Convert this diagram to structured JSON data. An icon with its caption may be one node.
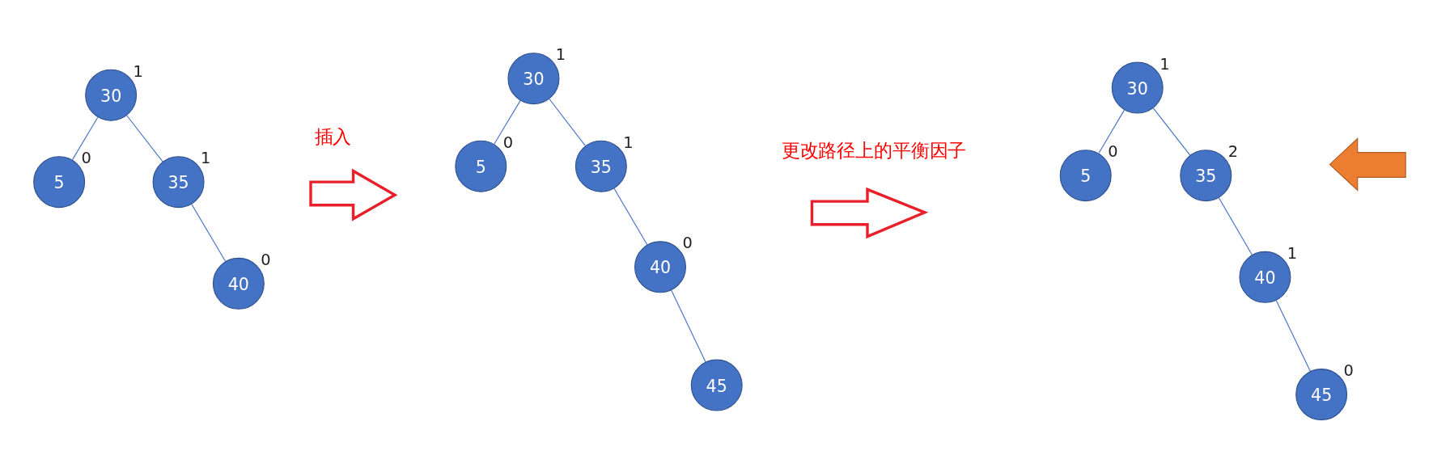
{
  "diagram": {
    "nodes": [
      {
        "text": [
          "30"
        ],
        "beside": [
          "1"
        ]
      },
      {
        "text": [
          "5"
        ],
        "beside": [
          "0"
        ]
      },
      {
        "text": [
          "35"
        ],
        "beside": [
          "1"
        ]
      },
      {
        "text": [
          "40"
        ],
        "beside": [
          "0"
        ]
      },
      {
        "text": [
          "30"
        ],
        "beside": [
          "1"
        ]
      },
      {
        "text": [
          "5"
        ],
        "beside": [
          "0"
        ]
      },
      {
        "text": [
          "35"
        ],
        "beside": [
          "1"
        ]
      },
      {
        "text": [
          "40"
        ],
        "beside": [
          "0"
        ]
      },
      {
        "text": [
          "45"
        ]
      },
      {
        "text": [
          "30"
        ],
        "beside": [
          "1"
        ]
      },
      {
        "text": [
          "5"
        ],
        "beside": [
          "0"
        ]
      },
      {
        "text": [
          "35"
        ],
        "beside": [
          "2"
        ]
      },
      {
        "text": [
          "40"
        ],
        "beside": [
          "1"
        ]
      },
      {
        "text": [
          "45"
        ],
        "beside": [
          "0"
        ]
      }
    ],
    "edges": [
      {
        "from": 0,
        "to": 1,
        "arrow": "none"
      },
      {
        "from": 0,
        "to": 2,
        "arrow": "none"
      },
      {
        "from": 2,
        "to": 3,
        "arrow": "none"
      },
      {
        "from": 4,
        "to": 5,
        "arrow": "none"
      },
      {
        "from": 4,
        "to": 6,
        "arrow": "none"
      },
      {
        "from": 6,
        "to": 7,
        "arrow": "none"
      },
      {
        "from": 7,
        "to": 8,
        "arrow": "none"
      },
      {
        "from": 9,
        "to": 10,
        "arrow": "none"
      },
      {
        "from": 9,
        "to": 11,
        "arrow": "none"
      },
      {
        "from": 11,
        "to": 12,
        "arrow": "none"
      },
      {
        "from": 12,
        "to": 13,
        "arrow": "none"
      }
    ],
    "labels": [
      "插入",
      "更改路径上的平衡因子"
    ]
  }
}
